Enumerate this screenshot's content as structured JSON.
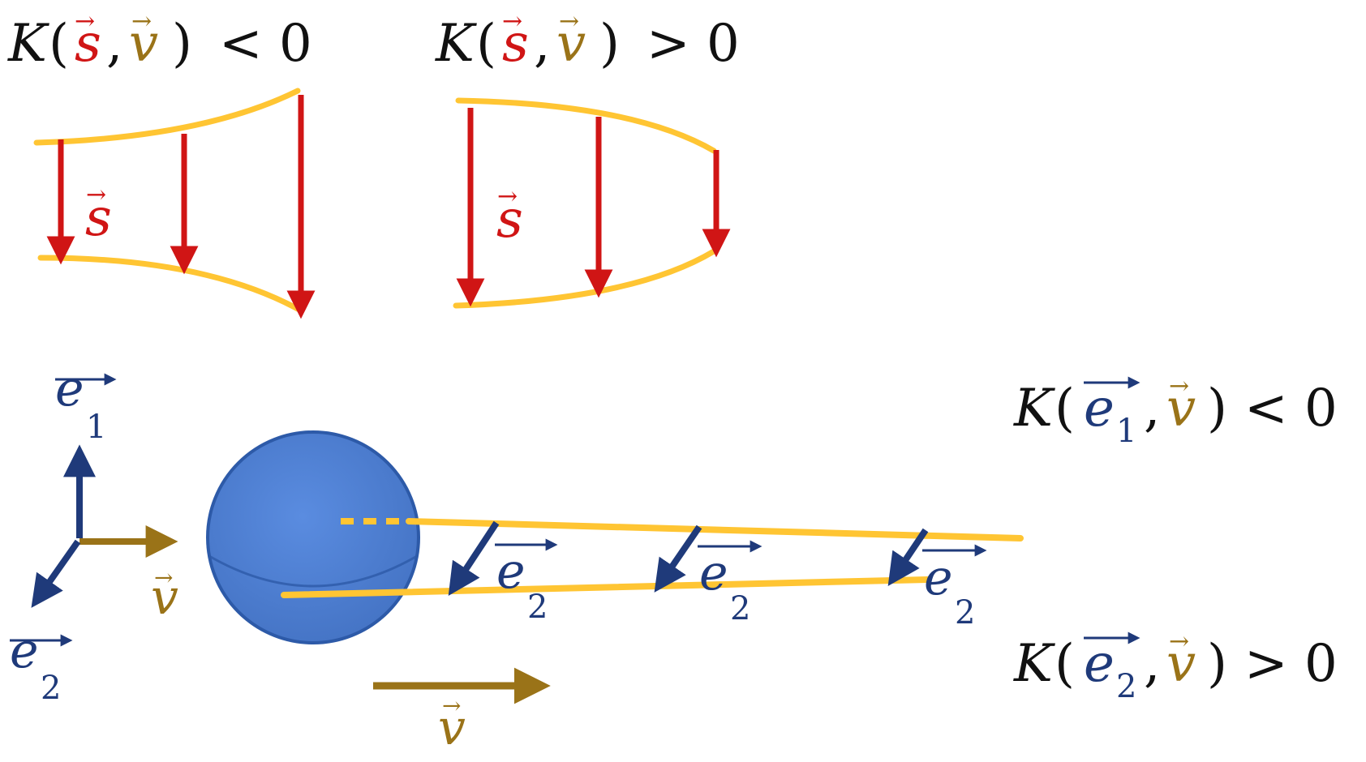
{
  "colors": {
    "black": "#111111",
    "red": "#d01515",
    "olive": "#9a7318",
    "navy": "#1f3a7a",
    "yellow": "#ffc533",
    "sphere": "#4d7fd3",
    "sphere_edge": "#2d5aa8"
  },
  "labels": {
    "K": "K",
    "open": "(",
    "close": ")",
    "comma": ",",
    "s": "s",
    "v": "v",
    "e": "e",
    "sub1": "1",
    "sub2": "2",
    "lt_zero": "< 0",
    "gt_zero": "> 0",
    "vec_arrow": "→"
  }
}
